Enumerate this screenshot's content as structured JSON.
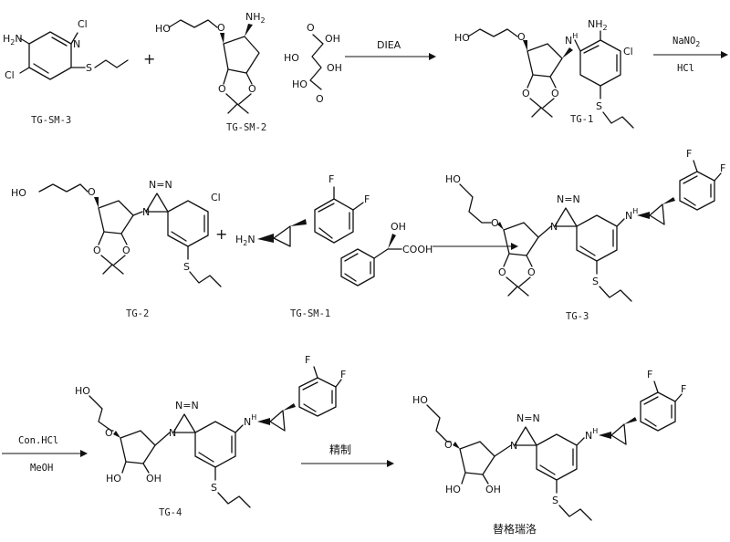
{
  "compounds": {
    "tg_sm_3": "TG-SM-3",
    "tg_sm_2": "TG-SM-2",
    "tg_1": "TG-1",
    "tg_2": "TG-2",
    "tg_sm_1": "TG-SM-1",
    "tg_3": "TG-3",
    "tg_4": "TG-4",
    "product": "替格瑞洛"
  },
  "conditions": {
    "step1": "DIEA",
    "step2_top": "NaNO",
    "step2_top_sub": "2",
    "step2_bottom": "HCl",
    "step4_top": "Con.HCl",
    "step4_bottom": "MeOH",
    "step5": "精制"
  },
  "atoms": {
    "amine": "NH",
    "amine_sub": "2",
    "h2n": "H",
    "h2n_sub": "2",
    "h2n_n": "N",
    "cl": "Cl",
    "n": "N",
    "s": "S",
    "o": "O",
    "ho": "HO",
    "oh": "OH",
    "f": "F",
    "nh": "N",
    "nh_h": "H",
    "cooh": "COOH",
    "n_triple": "N=N",
    "plus": "+"
  }
}
